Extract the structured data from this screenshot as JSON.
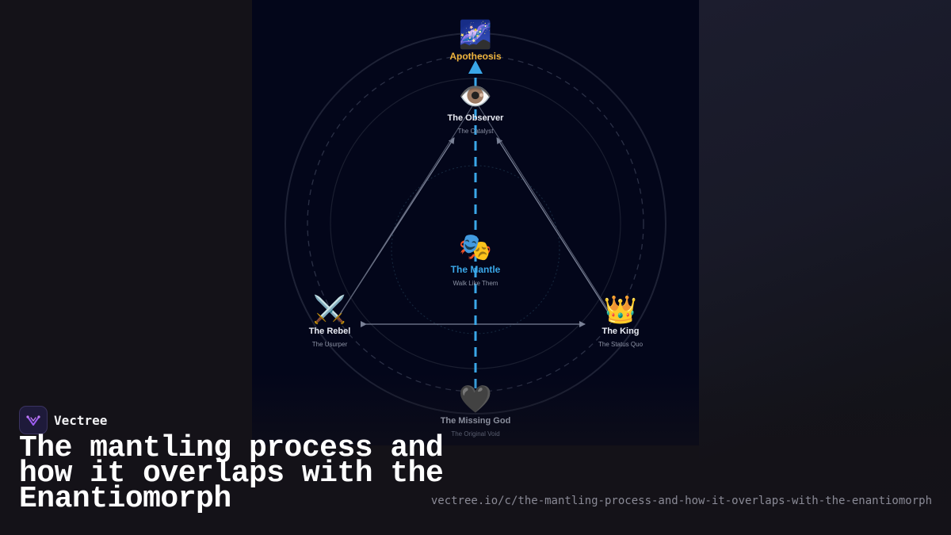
{
  "colors": {
    "accent_blue": "#3aa7e8",
    "apex_gold": "#f0b43c",
    "panel_bg": "#03061a",
    "edge_gray": "#7a8196"
  },
  "diagram": {
    "nodes": {
      "apotheosis": {
        "icon": "galaxy-icon",
        "glyph": "🌌",
        "name": "Apotheosis",
        "sub": ""
      },
      "observer": {
        "icon": "eye-icon",
        "glyph": "👁️",
        "name": "The Observer",
        "sub": "The Catalyst"
      },
      "mantle": {
        "icon": "masks-icon",
        "glyph": "🎭",
        "name": "The Mantle",
        "sub": "Walk Like Them"
      },
      "rebel": {
        "icon": "crossed-swords-icon",
        "glyph": "⚔️",
        "name": "The Rebel",
        "sub": "The Usurper"
      },
      "king": {
        "icon": "crown-icon",
        "glyph": "👑",
        "name": "The King",
        "sub": "The Status Quo"
      },
      "missing_god": {
        "icon": "black-heart-icon",
        "glyph": "🖤",
        "name": "The Missing God",
        "sub": "The Original Void"
      }
    }
  },
  "brand": {
    "name": "Vectree",
    "logo_icon": "vectree-logo-icon"
  },
  "article": {
    "title": "The mantling process and how it overlaps with the Enantiomorph",
    "url": "vectree.io/c/the-mantling-process-and-how-it-overlaps-with-the-enantiomorph"
  }
}
